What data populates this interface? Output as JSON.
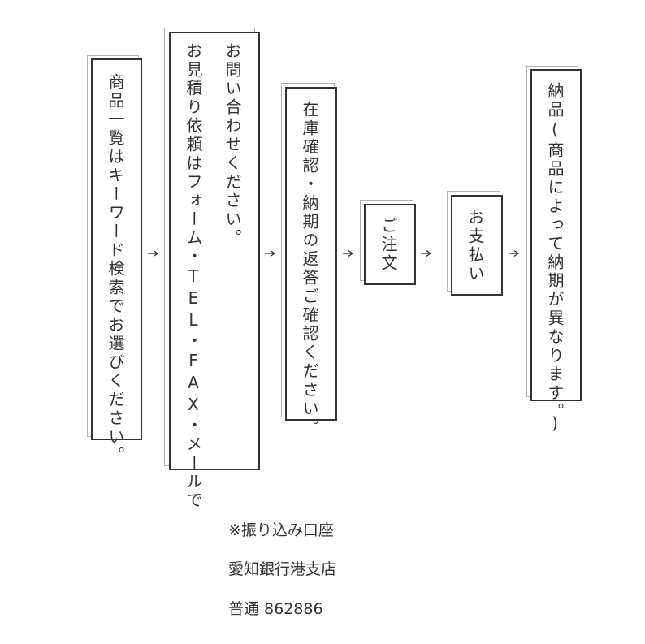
{
  "flow": {
    "steps": [
      {
        "lines": [
          "商品一覧はキーワード検索でお選びください。"
        ]
      },
      {
        "lines": [
          "お問い合わせください。",
          "お見積り依頼はフォーム・TEL・FAX・メールで"
        ]
      },
      {
        "lines": [
          "在庫確認・納期の返答ご確認ください。"
        ]
      },
      {
        "lines": [
          "ご注文"
        ]
      },
      {
        "lines": [
          "お支払い"
        ]
      },
      {
        "lines": [
          "納品(商品によって納期が異なります。)"
        ]
      }
    ]
  },
  "bank": {
    "line1": "※振り込み口座",
    "line2": "愛知銀行港支店",
    "line3": "普通 862886"
  }
}
